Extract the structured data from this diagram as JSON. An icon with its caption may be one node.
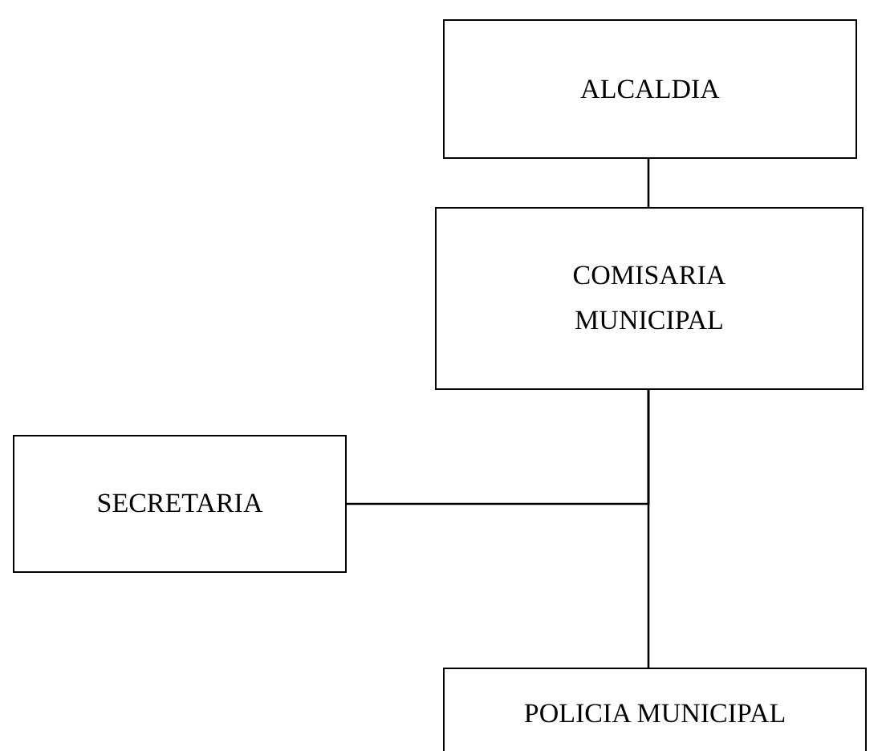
{
  "diagram": {
    "nodes": [
      {
        "text": [
          "ALCALDIA"
        ]
      },
      {
        "text": [
          "COMISARIA MUNICIPAL"
        ]
      },
      {
        "text": [
          "SECRETARIA"
        ]
      },
      {
        "text": [
          "POLICIA MUNICIPAL"
        ]
      }
    ],
    "edges": [
      {
        "from": 0,
        "to": 1,
        "arrow": "none"
      },
      {
        "from": 1,
        "to": 3,
        "arrow": "none"
      },
      {
        "from": 2,
        "to": 1,
        "arrow": "none"
      }
    ]
  }
}
